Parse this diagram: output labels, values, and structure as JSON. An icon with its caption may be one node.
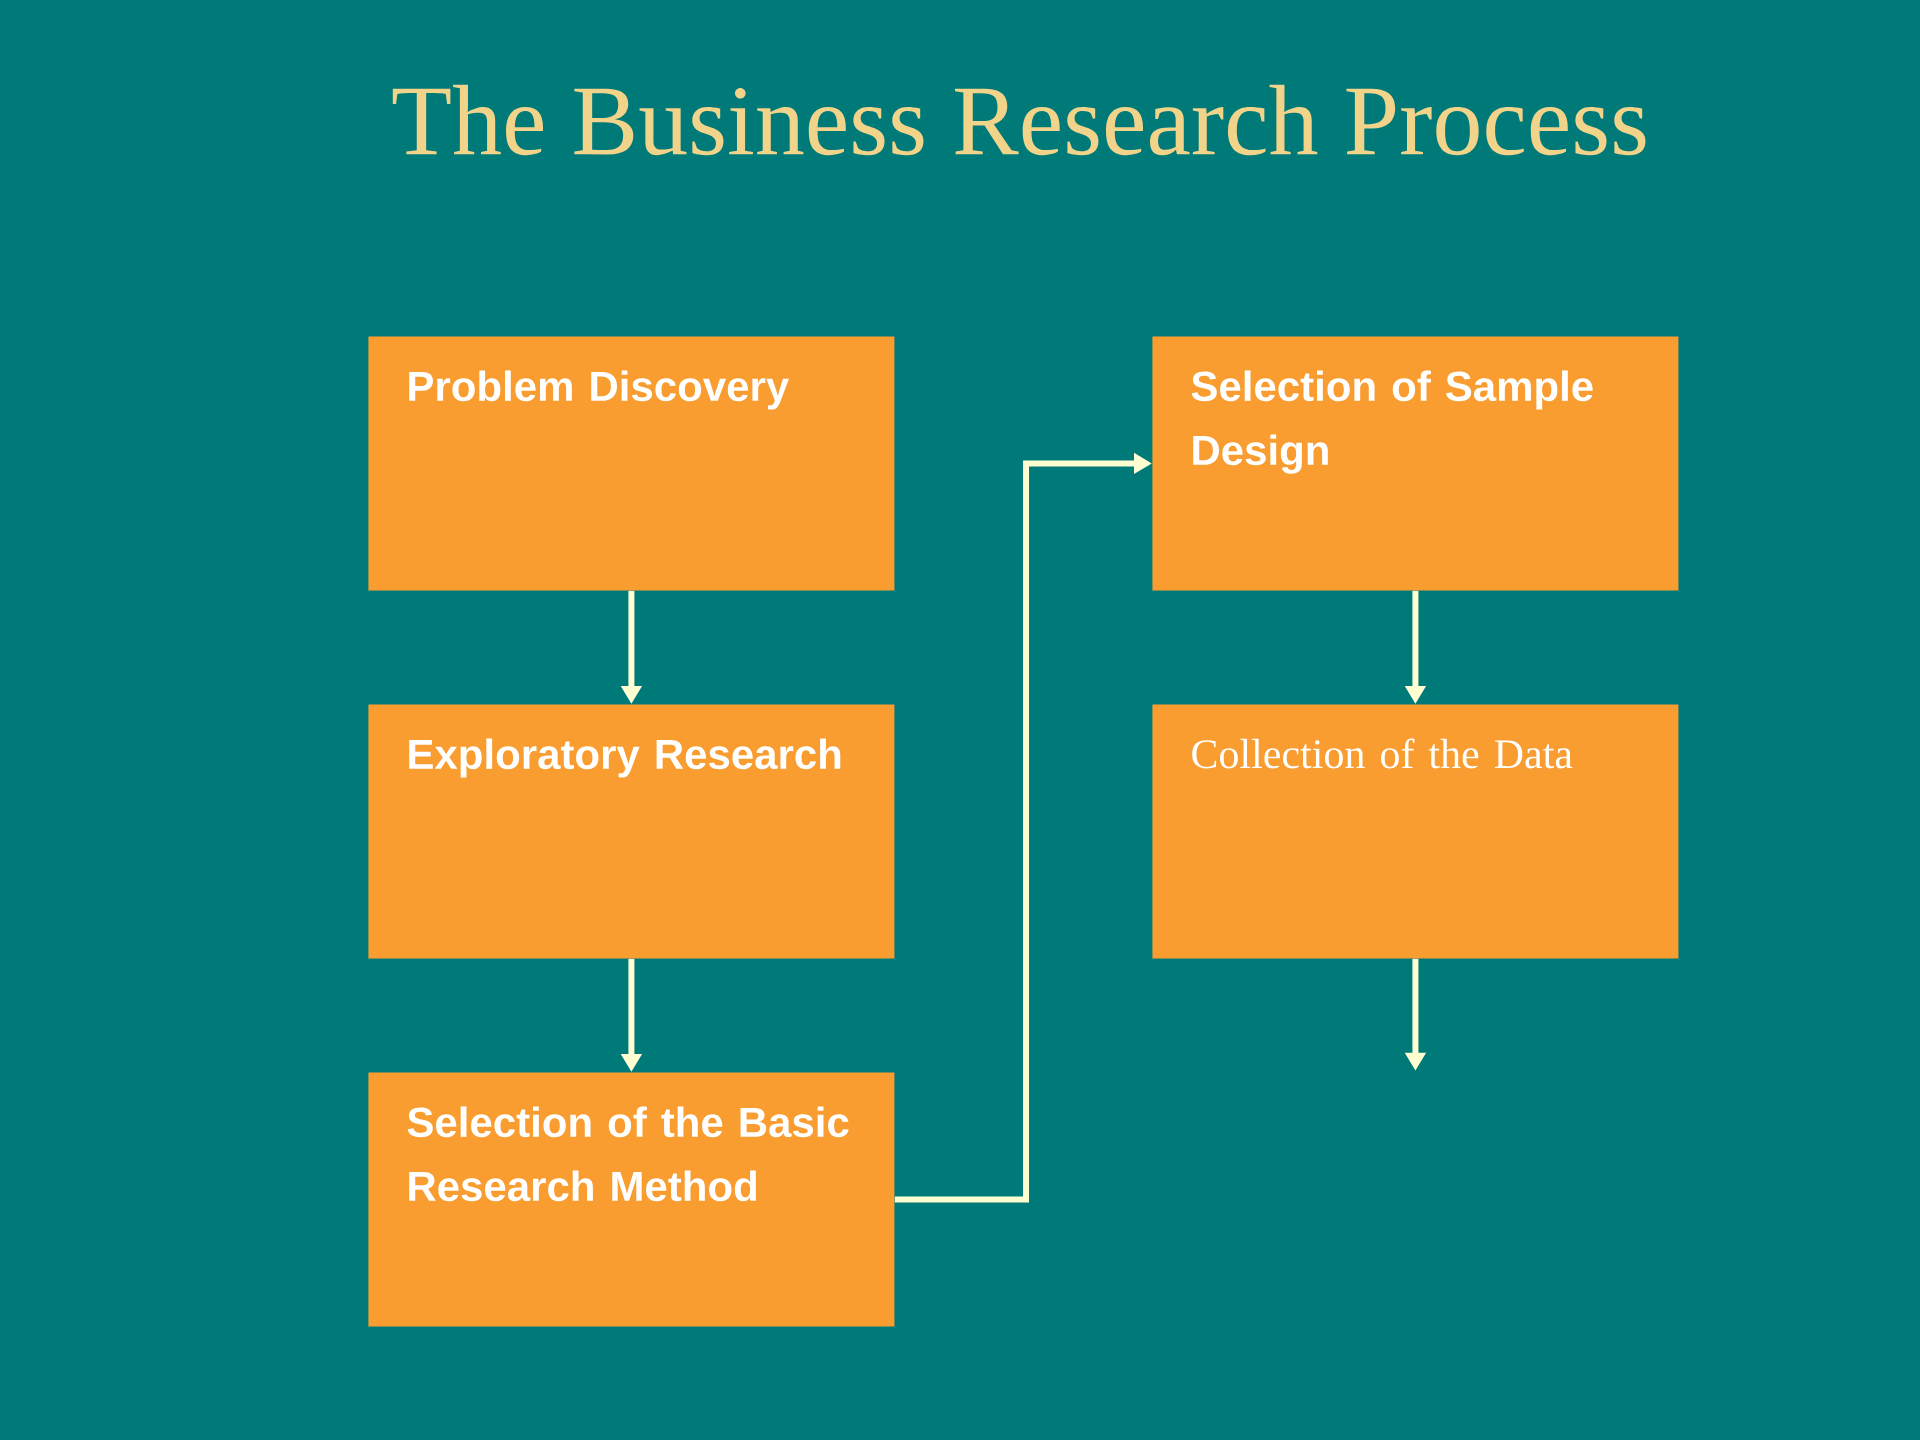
{
  "diagram": {
    "title": "The Business Research Process",
    "nodes": [
      {
        "text": [
          "Problem Discovery"
        ]
      },
      {
        "text": [
          "Exploratory Research"
        ]
      },
      {
        "text": [
          "Selection of the Basic Research Method"
        ]
      },
      {
        "text": [
          "Selection of Sample Design"
        ]
      },
      {
        "text": [
          "Collection of the Data"
        ]
      }
    ],
    "edges": [
      {
        "from": 0,
        "to": 1,
        "arrow": "to"
      },
      {
        "from": 1,
        "to": 2,
        "arrow": "to"
      },
      {
        "from": 2,
        "to": 3,
        "arrow": "to"
      },
      {
        "from": 3,
        "to": 4,
        "arrow": "to"
      },
      {
        "from": 4,
        "to": null,
        "arrow": "to"
      }
    ]
  }
}
